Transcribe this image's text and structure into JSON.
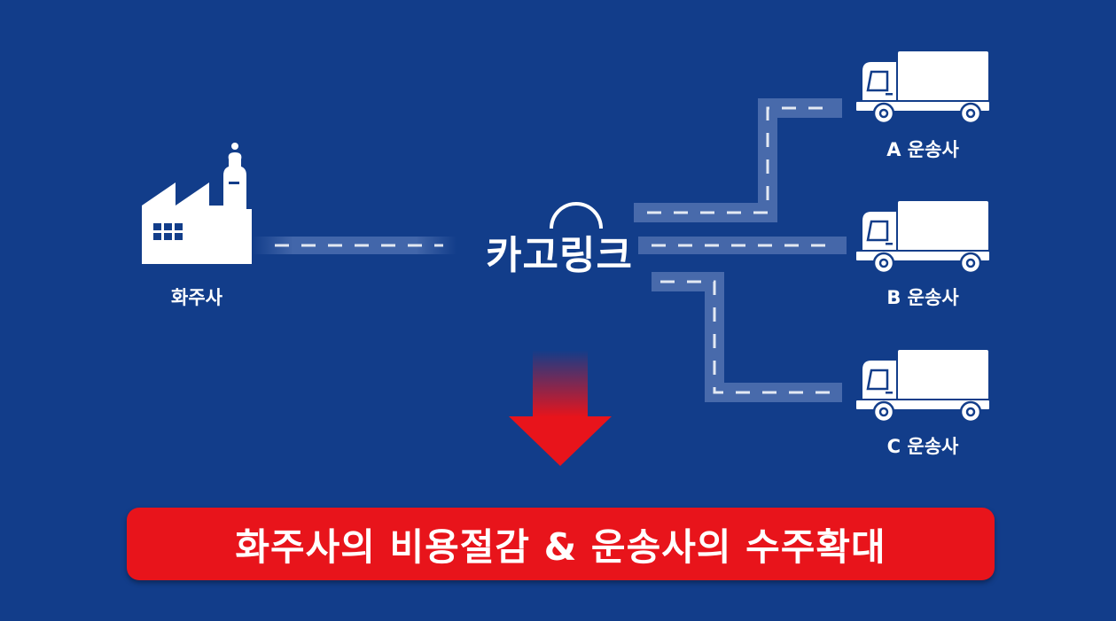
{
  "shipper": {
    "label": "화주사"
  },
  "platform": {
    "logo_text": "카고링크"
  },
  "carriers": [
    {
      "label": "A 운송사"
    },
    {
      "label": "B 운송사"
    },
    {
      "label": "C 운송사"
    }
  ],
  "banner": {
    "text": "화주사의 비용절감 & 운송사의 수주확대"
  },
  "colors": {
    "background": "#123d8a",
    "banner": "#e8141b",
    "arrow": "#e8141b",
    "road": "#5b79b6"
  }
}
